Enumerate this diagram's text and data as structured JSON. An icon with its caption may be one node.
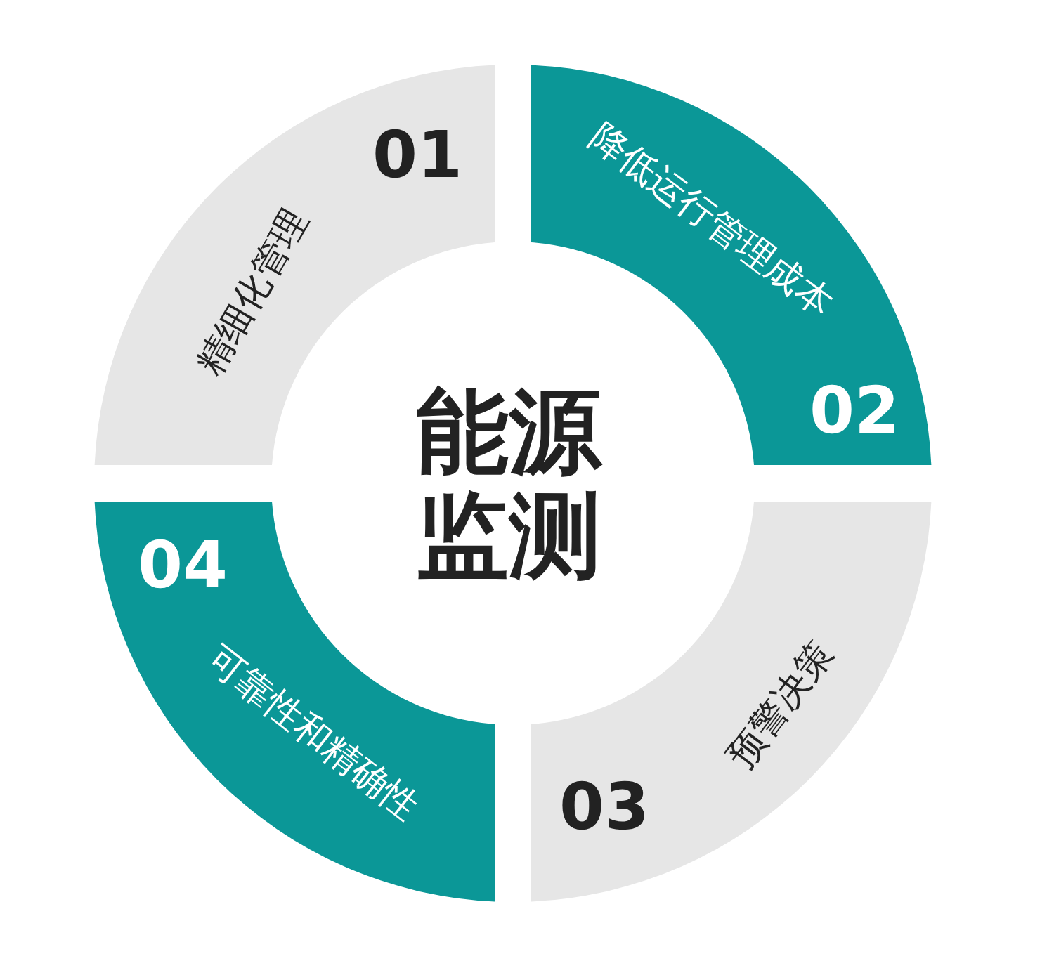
{
  "diagram": {
    "title": "能源监测",
    "nodes": [
      {
        "text": [
          "01",
          "精细化管理"
        ]
      },
      {
        "text": [
          "02",
          "降低运行管理成本"
        ]
      },
      {
        "text": [
          "03",
          "预警决策"
        ]
      },
      {
        "text": [
          "04",
          "可靠性和精确性"
        ]
      }
    ]
  }
}
